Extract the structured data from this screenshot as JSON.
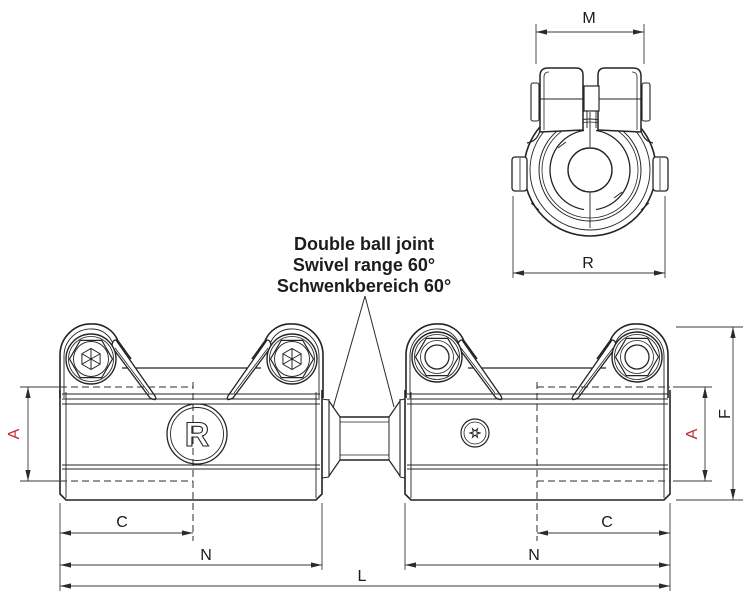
{
  "colors": {
    "line": "#242424",
    "dimension": "#3a3a3a",
    "accent_red": "#c52b2b",
    "background": "#ffffff"
  },
  "annotation": {
    "lines": [
      "Double ball joint",
      "Swivel range 60°",
      "Schwenkbereich 60°"
    ]
  },
  "logo_mark": "R",
  "dimensions": {
    "M": "M",
    "R": "R",
    "A_left": "A",
    "A_right": "A",
    "F": "F",
    "C_left": "C",
    "C_right": "C",
    "N_left": "N",
    "N_right": "N",
    "L": "L"
  }
}
